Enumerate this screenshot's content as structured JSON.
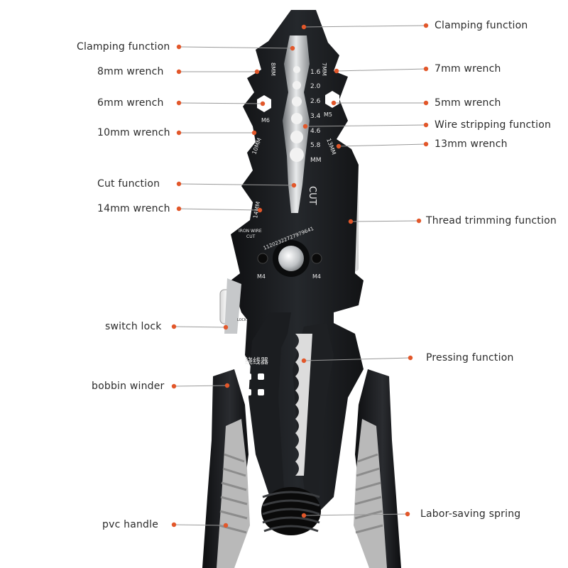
{
  "colors": {
    "accent": "#e2572a",
    "leader": "#9a9a9a",
    "text": "#2b2b2b",
    "tool_body": "#17191c",
    "handle_grey": "#b9b9b9"
  },
  "callouts": [
    {
      "id": "clamping-top",
      "label": "Clamping function",
      "side": "right"
    },
    {
      "id": "clamping-left",
      "label": "Clamping function",
      "side": "left"
    },
    {
      "id": "wrench-8mm",
      "label": "8mm wrench",
      "side": "left"
    },
    {
      "id": "wrench-7mm",
      "label": "7mm wrench",
      "side": "right"
    },
    {
      "id": "wrench-6mm",
      "label": "6mm wrench",
      "side": "left"
    },
    {
      "id": "wrench-5mm",
      "label": "5mm wrench",
      "side": "right"
    },
    {
      "id": "wire-stripping",
      "label": "Wire stripping function",
      "side": "right"
    },
    {
      "id": "wrench-10mm",
      "label": "10mm wrench",
      "side": "left"
    },
    {
      "id": "wrench-13mm",
      "label": "13mm wrench",
      "side": "right"
    },
    {
      "id": "cut",
      "label": "Cut function",
      "side": "left"
    },
    {
      "id": "wrench-14mm",
      "label": "14mm wrench",
      "side": "left"
    },
    {
      "id": "thread-trimming",
      "label": "Thread trimming function",
      "side": "right"
    },
    {
      "id": "switch-lock",
      "label": "switch lock",
      "side": "left"
    },
    {
      "id": "pressing",
      "label": "Pressing function",
      "side": "right"
    },
    {
      "id": "bobbin-winder",
      "label": "bobbin winder",
      "side": "left"
    },
    {
      "id": "pvc-handle",
      "label": "pvc handle",
      "side": "left"
    },
    {
      "id": "spring",
      "label": "Labor-saving spring",
      "side": "right"
    }
  ],
  "engravings": {
    "sizes": [
      "1.6",
      "2.0",
      "2.6",
      "3.4",
      "4.6",
      "5.8"
    ],
    "unit": "MM",
    "mark_8mm": "8MM",
    "mark_7mm": "7MM",
    "mark_m6": "M6",
    "mark_m5": "M5",
    "mark_10mm": "10MM",
    "mark_13mm": "13MM",
    "mark_14mm": "14MM",
    "cut": "CUT",
    "iron_wire_1": "IRON WIRE",
    "iron_wire_2": "CUT",
    "serial": "11202322727979641",
    "m4_left": "M4",
    "m4_right": "M4",
    "lock": "LOCK",
    "winder": "绕线器"
  }
}
